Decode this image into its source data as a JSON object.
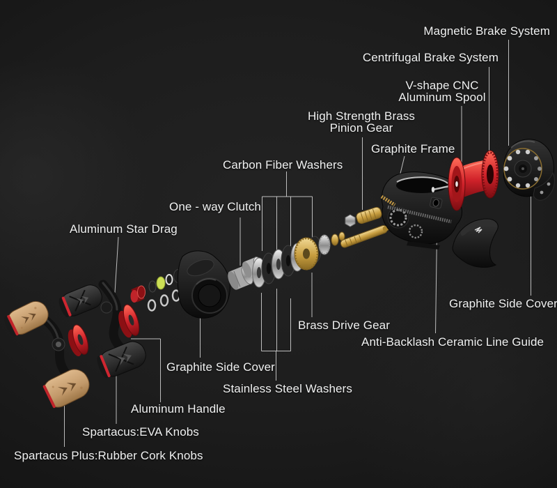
{
  "diagram": {
    "subject": "Baitcasting fishing reel exploded view",
    "background_color": "#1d1d1d",
    "text_color": "#f0f1f1",
    "accent_colors": {
      "spool_red": "#d0222a",
      "brass": "#c79d3f",
      "cork": "#c2996a",
      "drag_washer_green": "#ccdf55"
    }
  },
  "labels": {
    "magnetic": {
      "text": "Magnetic Brake System"
    },
    "centrifugal": {
      "text": "Centrifugal Brake System"
    },
    "vshape": {
      "line1": "V-shape CNC",
      "line2": "Aluminum Spool"
    },
    "pinion": {
      "line1": "High Strength Brass",
      "line2": "Pinion Gear"
    },
    "frame": {
      "text": "Graphite Frame"
    },
    "carbon": {
      "text": "Carbon Fiber Washers"
    },
    "oneway": {
      "text": "One - way Clutch"
    },
    "stardrag": {
      "text": "Aluminum Star Drag"
    },
    "brassgear": {
      "text": "Brass Drive Gear"
    },
    "antibacklash": {
      "text": "Anti-Backlash Ceramic Line Guide"
    },
    "cover_right": {
      "text": "Graphite Side Cover"
    },
    "cover_left": {
      "text": "Graphite Side Cover"
    },
    "stainless": {
      "text": "Stainless Steel Washers"
    },
    "handle": {
      "text": "Aluminum Handle"
    },
    "eva_knobs": {
      "text": "Spartacus:EVA Knobs"
    },
    "cork_knobs": {
      "text": "Spartacus Plus:Rubber Cork Knobs"
    }
  }
}
